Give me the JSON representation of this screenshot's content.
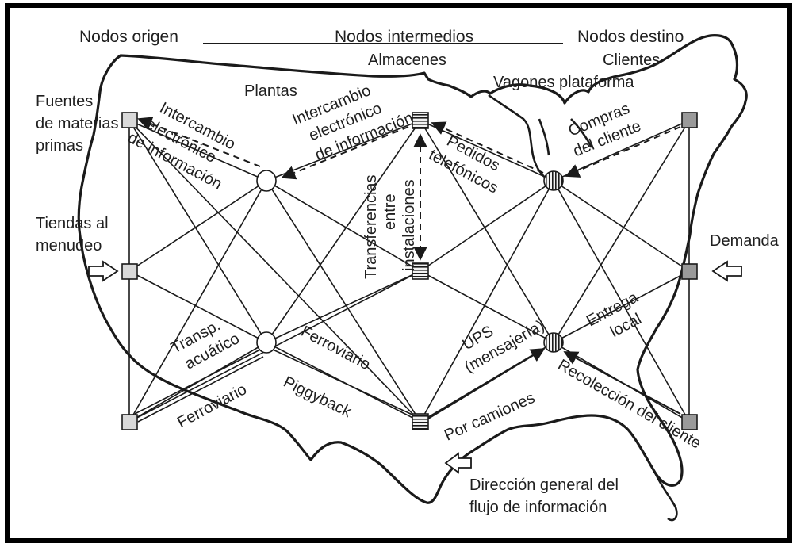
{
  "headers": {
    "origin": "Nodos origen",
    "intermediate": "Nodos intermedios",
    "destination": "Nodos destino"
  },
  "labels": {
    "warehouses": "Almacenes",
    "customers": "Clientes",
    "flatcars": "Vagones plataforma",
    "plants": "Plantas",
    "raw_materials_1": "Fuentes",
    "raw_materials_2": "de materias",
    "raw_materials_3": "primas",
    "retail_1": "Tiendas al",
    "retail_2": "menudeo",
    "demand": "Demanda",
    "edi_left_1": "Intercambio",
    "edi_left_2": "electrónico",
    "edi_left_3": "de información",
    "edi_mid_1": "Intercambio",
    "edi_mid_2": "electrónico",
    "edi_mid_3": "de información",
    "phone_orders_1": "Pedidos",
    "phone_orders_2": "telefónicos",
    "customer_purchases_1": "Compras",
    "customer_purchases_2": "del cliente",
    "transfers_1": "Transferencias",
    "transfers_2": "entre",
    "transfers_3": "instalaciones",
    "water_1": "Transp.",
    "water_2": "acuático",
    "rail_left": "Ferroviario",
    "rail_mid": "Ferroviario",
    "piggyback": "Piggyback",
    "ups_1": "UPS",
    "ups_2": "(mensajería)",
    "trucks": "Por camiones",
    "local_delivery_1": "Entrega",
    "local_delivery_2": "local",
    "customer_pickup": "Recolección del cliente",
    "info_flow_1": "Dirección general del",
    "info_flow_2": "flujo de información"
  },
  "colors": {
    "line": "#1a1a1a",
    "node_light": "#d9d9d9",
    "node_dark": "#9a9a9a",
    "map": "#1a1a1a",
    "border": "#000000"
  }
}
